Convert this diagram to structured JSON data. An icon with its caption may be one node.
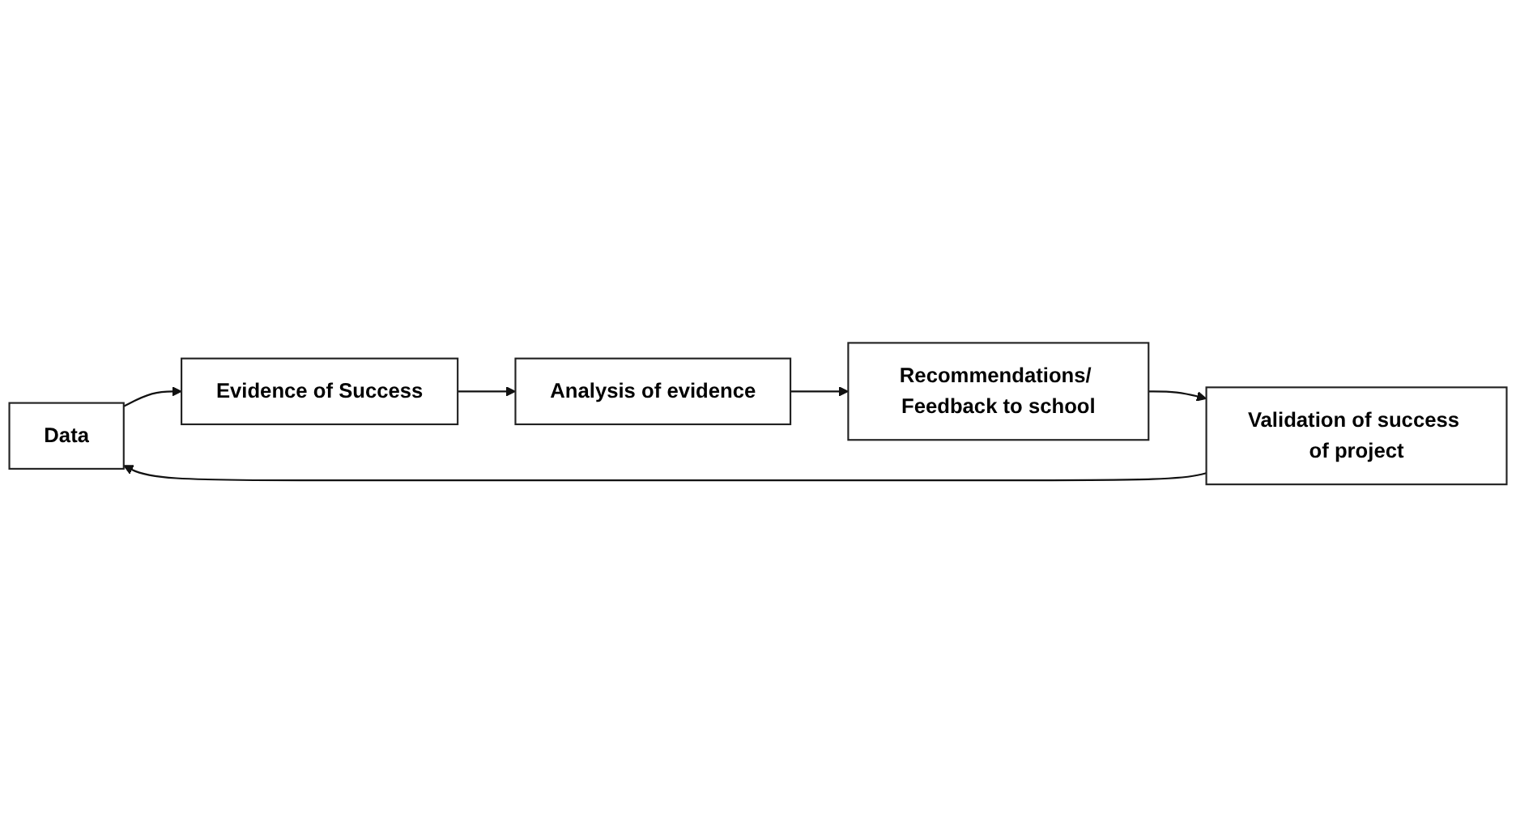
{
  "diagram": {
    "nodes": [
      {
        "text": [
          "Data"
        ]
      },
      {
        "text": [
          "Evidence of Success"
        ]
      },
      {
        "text": [
          "Analysis of evidence"
        ]
      },
      {
        "text": [
          "Recommendations/ Feedback to school"
        ]
      },
      {
        "text": [
          "Validation of success of project"
        ]
      }
    ],
    "edges": [
      {
        "from": 0,
        "to": 1,
        "arrow": "to"
      },
      {
        "from": 1,
        "to": 2,
        "arrow": "to"
      },
      {
        "from": 2,
        "to": 3,
        "arrow": "to"
      },
      {
        "from": 3,
        "to": 4,
        "arrow": "to"
      },
      {
        "from": 4,
        "to": 0,
        "arrow": "to"
      }
    ]
  }
}
